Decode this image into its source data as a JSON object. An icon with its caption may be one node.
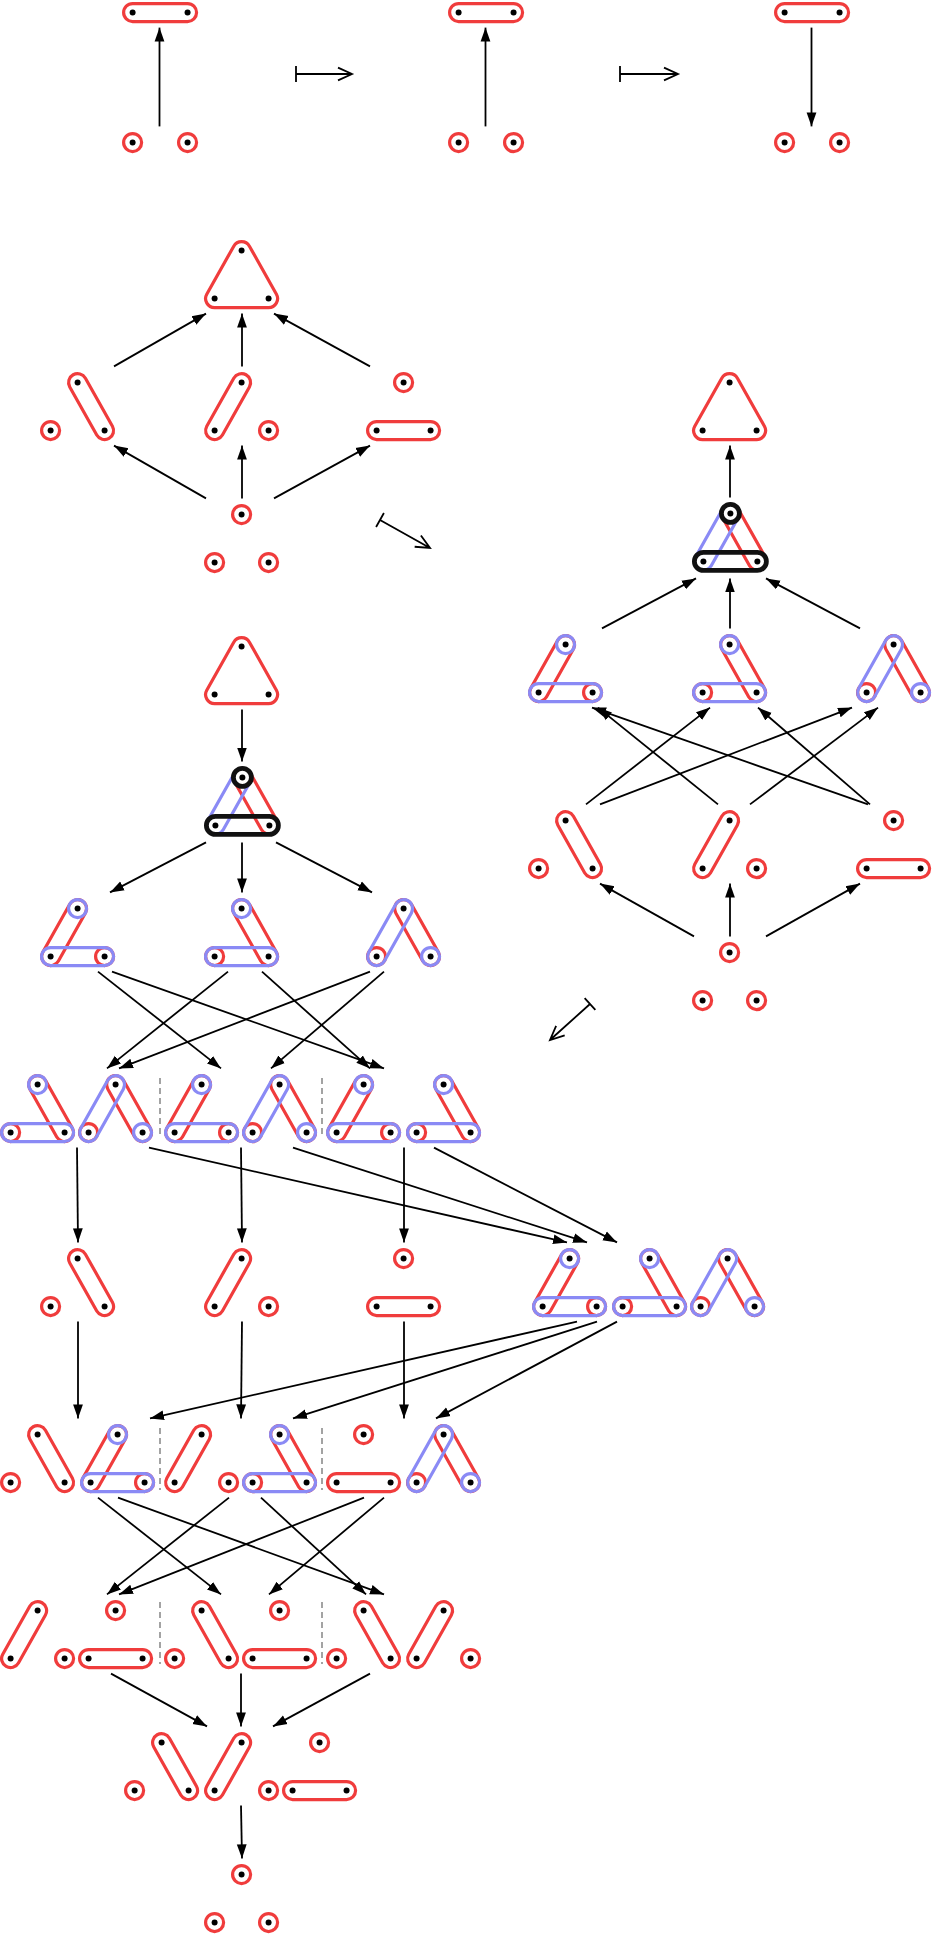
{
  "diagram": {
    "nodes": [
      {
        "text": [],
        "shape": "picture"
      },
      {
        "text": [],
        "shape": "picture"
      },
      {
        "text": [],
        "shape": "picture"
      },
      {
        "text": [],
        "shape": "picture"
      },
      {
        "text": [],
        "shape": "picture"
      },
      {
        "text": [],
        "shape": "picture"
      },
      {
        "text": [],
        "shape": "picture"
      },
      {
        "text": [],
        "shape": "picture"
      },
      {
        "text": [],
        "shape": "picture"
      },
      {
        "text": [],
        "shape": "picture"
      },
      {
        "text": [],
        "shape": "picture"
      },
      {
        "text": [],
        "shape": "picture"
      },
      {
        "text": [],
        "shape": "picture"
      },
      {
        "text": [],
        "shape": "picture"
      },
      {
        "text": [],
        "shape": "picture"
      },
      {
        "text": [],
        "shape": "picture"
      },
      {
        "text": [],
        "shape": "picture"
      },
      {
        "text": [],
        "shape": "picture"
      },
      {
        "text": [],
        "shape": "picture"
      },
      {
        "text": [],
        "shape": "picture"
      },
      {
        "text": [],
        "shape": "picture"
      },
      {
        "text": [],
        "shape": "picture"
      },
      {
        "text": [],
        "shape": "picture"
      },
      {
        "text": [],
        "shape": "picture"
      },
      {
        "text": [],
        "shape": "picture"
      },
      {
        "text": [],
        "shape": "picture"
      },
      {
        "text": [],
        "shape": "picture"
      },
      {
        "text": [],
        "shape": "picture"
      },
      {
        "text": [],
        "shape": "picture"
      },
      {
        "text": [],
        "shape": "picture"
      },
      {
        "text": [],
        "shape": "picture"
      },
      {
        "text": [],
        "shape": "picture"
      },
      {
        "text": [],
        "shape": "picture"
      },
      {
        "text": [],
        "shape": "picture"
      },
      {
        "text": [],
        "shape": "picture"
      },
      {
        "text": [],
        "shape": "picture"
      },
      {
        "text": [],
        "shape": "picture"
      },
      {
        "text": [],
        "shape": "picture"
      },
      {
        "text": [],
        "shape": "picture"
      },
      {
        "text": [],
        "shape": "picture"
      }
    ],
    "edges": [
      {
        "from": 3,
        "to": 0,
        "arrow": "to"
      },
      {
        "from": 4,
        "to": 1,
        "arrow": "to"
      },
      {
        "from": 2,
        "to": 5,
        "arrow": "to"
      },
      {
        "from": 10,
        "to": 7,
        "arrow": "to"
      },
      {
        "from": 10,
        "to": 8,
        "arrow": "to"
      },
      {
        "from": 10,
        "to": 9,
        "arrow": "to"
      },
      {
        "from": 7,
        "to": 6,
        "arrow": "to"
      },
      {
        "from": 8,
        "to": 6,
        "arrow": "to"
      },
      {
        "from": 9,
        "to": 6,
        "arrow": "to"
      },
      {
        "from": 12,
        "to": 11,
        "arrow": "to"
      },
      {
        "from": 13,
        "to": 12,
        "arrow": "to"
      },
      {
        "from": 14,
        "to": 12,
        "arrow": "to"
      },
      {
        "from": 15,
        "to": 12,
        "arrow": "to"
      },
      {
        "from": 16,
        "to": 14,
        "arrow": "to"
      },
      {
        "from": 16,
        "to": 15,
        "arrow": "to"
      },
      {
        "from": 17,
        "to": 13,
        "arrow": "to"
      },
      {
        "from": 17,
        "to": 15,
        "arrow": "to"
      },
      {
        "from": 18,
        "to": 13,
        "arrow": "to"
      },
      {
        "from": 18,
        "to": 14,
        "arrow": "to"
      },
      {
        "from": 19,
        "to": 16,
        "arrow": "to"
      },
      {
        "from": 19,
        "to": 17,
        "arrow": "to"
      },
      {
        "from": 19,
        "to": 18,
        "arrow": "to"
      },
      {
        "from": 20,
        "to": 21,
        "arrow": "to"
      },
      {
        "from": 21,
        "to": 22,
        "arrow": "to"
      },
      {
        "from": 21,
        "to": 23,
        "arrow": "to"
      },
      {
        "from": 21,
        "to": 24,
        "arrow": "to"
      },
      {
        "from": 22,
        "to": 26,
        "arrow": "to"
      },
      {
        "from": 22,
        "to": 27,
        "arrow": "to"
      },
      {
        "from": 23,
        "to": 25,
        "arrow": "to"
      },
      {
        "from": 23,
        "to": 27,
        "arrow": "to"
      },
      {
        "from": 24,
        "to": 25,
        "arrow": "to"
      },
      {
        "from": 24,
        "to": 26,
        "arrow": "to"
      },
      {
        "from": 25,
        "to": 28,
        "arrow": "to"
      },
      {
        "from": 25,
        "to": 31,
        "arrow": "to"
      },
      {
        "from": 26,
        "to": 29,
        "arrow": "to"
      },
      {
        "from": 26,
        "to": 31,
        "arrow": "to"
      },
      {
        "from": 27,
        "to": 30,
        "arrow": "to"
      },
      {
        "from": 27,
        "to": 31,
        "arrow": "to"
      },
      {
        "from": 28,
        "to": 32,
        "arrow": "to"
      },
      {
        "from": 29,
        "to": 33,
        "arrow": "to"
      },
      {
        "from": 30,
        "to": 34,
        "arrow": "to"
      },
      {
        "from": 31,
        "to": 32,
        "arrow": "to"
      },
      {
        "from": 31,
        "to": 33,
        "arrow": "to"
      },
      {
        "from": 31,
        "to": 34,
        "arrow": "to"
      },
      {
        "from": 32,
        "to": 36,
        "arrow": "to"
      },
      {
        "from": 32,
        "to": 37,
        "arrow": "to"
      },
      {
        "from": 33,
        "to": 35,
        "arrow": "to"
      },
      {
        "from": 33,
        "to": 37,
        "arrow": "to"
      },
      {
        "from": 34,
        "to": 35,
        "arrow": "to"
      },
      {
        "from": 34,
        "to": 36,
        "arrow": "to"
      },
      {
        "from": 35,
        "to": 38,
        "arrow": "to"
      },
      {
        "from": 36,
        "to": 38,
        "arrow": "to"
      },
      {
        "from": 37,
        "to": 38,
        "arrow": "to"
      },
      {
        "from": 38,
        "to": 39,
        "arrow": "to"
      }
    ]
  }
}
